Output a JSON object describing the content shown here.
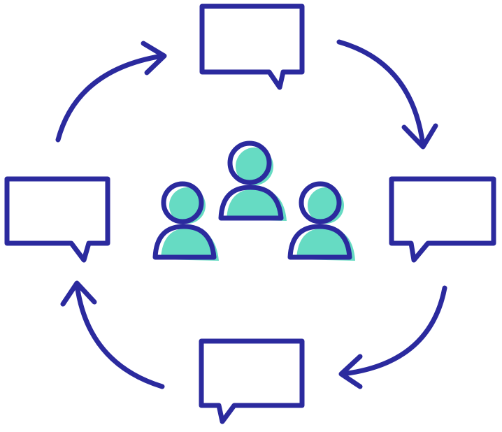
{
  "colors": {
    "ink": "#2b2a9e",
    "accent": "#66dbc3",
    "background": "#ffffff"
  },
  "diagram": {
    "nodes": [
      {
        "id": "speech-bubble-top",
        "icon": "speech-bubble-icon"
      },
      {
        "id": "speech-bubble-right",
        "icon": "speech-bubble-icon"
      },
      {
        "id": "speech-bubble-bottom",
        "icon": "speech-bubble-icon"
      },
      {
        "id": "speech-bubble-left",
        "icon": "speech-bubble-icon"
      },
      {
        "id": "group",
        "icon": "people-group-icon"
      }
    ],
    "cycle_direction": "clockwise"
  }
}
